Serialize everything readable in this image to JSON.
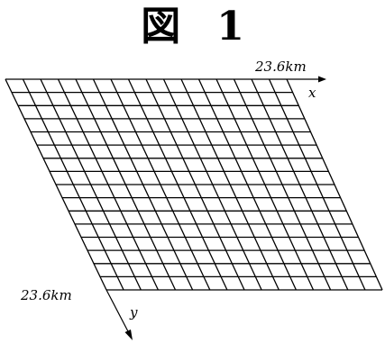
{
  "figure": {
    "kanji": "図",
    "number": "1"
  },
  "mesh": {
    "x_extent_label": "23.6km",
    "y_extent_label": "23.6km",
    "x_axis_label": "x",
    "y_axis_label": "y",
    "rows": 16,
    "cols": 16
  }
}
